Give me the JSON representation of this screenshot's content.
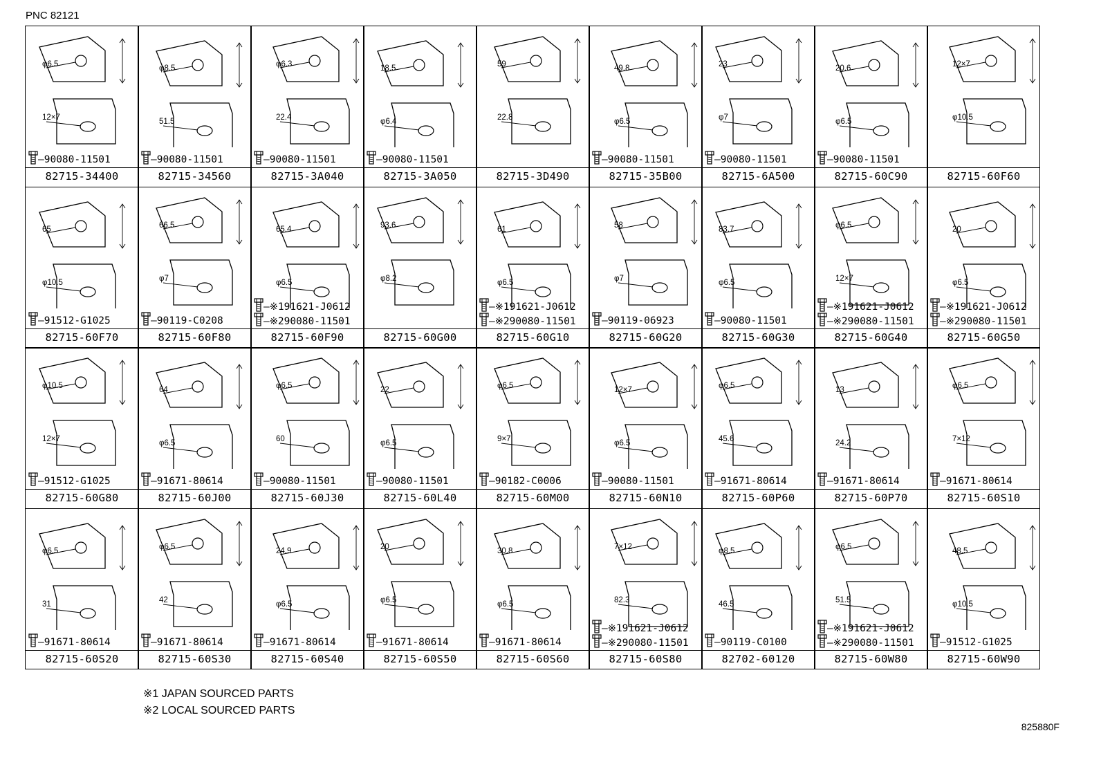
{
  "header": {
    "pnc": "PNC 82121"
  },
  "footer": {
    "notes": [
      "※1 JAPAN SOURCED PARTS",
      "※2 LOCAL SOURCED PARTS"
    ],
    "illustration_id": "825880F"
  },
  "rows": [
    [
      {
        "part": "82715-34400",
        "bolts": [
          "90080-11501"
        ],
        "dims": [
          "φ6.5",
          "12×7"
        ]
      },
      {
        "part": "82715-34560",
        "bolts": [
          "90080-11501"
        ],
        "dims": [
          "φ8.5",
          "51.5"
        ]
      },
      {
        "part": "82715-3A040",
        "bolts": [
          "90080-11501"
        ],
        "dims": [
          "φ6.3",
          "22.4"
        ]
      },
      {
        "part": "82715-3A050",
        "bolts": [
          "90080-11501"
        ],
        "dims": [
          "18.5",
          "φ6.4"
        ]
      },
      {
        "part": "82715-3D490",
        "bolts": [],
        "dims": [
          "59",
          "22.8"
        ]
      },
      {
        "part": "82715-35B00",
        "bolts": [
          "90080-11501"
        ],
        "dims": [
          "49.8",
          "φ6.5"
        ]
      },
      {
        "part": "82715-6A500",
        "bolts": [
          "90080-11501"
        ],
        "dims": [
          "23",
          "φ7"
        ]
      },
      {
        "part": "82715-60C90",
        "bolts": [
          "90080-11501"
        ],
        "dims": [
          "20.6",
          "φ6.5"
        ]
      },
      {
        "part": "82715-60F60",
        "bolts": [],
        "dims": [
          "12×7",
          "φ10.5"
        ]
      }
    ],
    [
      {
        "part": "82715-60F70",
        "bolts": [
          "91512-G1025"
        ],
        "dims": [
          "65",
          "φ10.5"
        ]
      },
      {
        "part": "82715-60F80",
        "bolts": [
          "90119-C0208"
        ],
        "dims": [
          "66.5",
          "φ7"
        ]
      },
      {
        "part": "82715-60F90",
        "bolts": [
          "※191621-J0612",
          "※290080-11501"
        ],
        "dims": [
          "65.4",
          "φ6.5"
        ]
      },
      {
        "part": "82715-60G00",
        "bolts": [],
        "dims": [
          "93.6",
          "φ8.2"
        ]
      },
      {
        "part": "82715-60G10",
        "bolts": [
          "※191621-J0612",
          "※290080-11501"
        ],
        "dims": [
          "61",
          "φ6.5"
        ]
      },
      {
        "part": "82715-60G20",
        "bolts": [
          "90119-06923"
        ],
        "dims": [
          "58",
          "φ7"
        ]
      },
      {
        "part": "82715-60G30",
        "bolts": [
          "90080-11501"
        ],
        "dims": [
          "83.7",
          "φ6.5"
        ]
      },
      {
        "part": "82715-60G40",
        "bolts": [
          "※191621-J0612",
          "※290080-11501"
        ],
        "dims": [
          "φ6.5",
          "12×7"
        ]
      },
      {
        "part": "82715-60G50",
        "bolts": [
          "※191621-J0612",
          "※290080-11501"
        ],
        "dims": [
          "20",
          "φ6.5"
        ]
      }
    ],
    [
      {
        "part": "82715-60G80",
        "bolts": [
          "91512-G1025"
        ],
        "dims": [
          "φ10.5",
          "12×7"
        ]
      },
      {
        "part": "82715-60J00",
        "bolts": [
          "91671-80614"
        ],
        "dims": [
          "64",
          "φ6.5"
        ]
      },
      {
        "part": "82715-60J30",
        "bolts": [
          "90080-11501"
        ],
        "dims": [
          "φ6.5",
          "60"
        ]
      },
      {
        "part": "82715-60L40",
        "bolts": [
          "90080-11501"
        ],
        "dims": [
          "22",
          "φ6.5"
        ]
      },
      {
        "part": "82715-60M00",
        "bolts": [
          "90182-C0006"
        ],
        "dims": [
          "φ6.5",
          "9×7"
        ]
      },
      {
        "part": "82715-60N10",
        "bolts": [
          "90080-11501"
        ],
        "dims": [
          "12×7",
          "φ6.5"
        ]
      },
      {
        "part": "82715-60P60",
        "bolts": [
          "91671-80614"
        ],
        "dims": [
          "φ6.5",
          "45.6"
        ]
      },
      {
        "part": "82715-60P70",
        "bolts": [
          "91671-80614"
        ],
        "dims": [
          "13",
          "24.2"
        ]
      },
      {
        "part": "82715-60S10",
        "bolts": [
          "91671-80614"
        ],
        "dims": [
          "φ6.5",
          "7×12"
        ]
      }
    ],
    [
      {
        "part": "82715-60S20",
        "bolts": [
          "91671-80614"
        ],
        "dims": [
          "φ6.5",
          "31"
        ]
      },
      {
        "part": "82715-60S30",
        "bolts": [
          "91671-80614"
        ],
        "dims": [
          "φ6.5",
          "42"
        ]
      },
      {
        "part": "82715-60S40",
        "bolts": [
          "91671-80614"
        ],
        "dims": [
          "24.9",
          "φ6.5"
        ]
      },
      {
        "part": "82715-60S50",
        "bolts": [
          "91671-80614"
        ],
        "dims": [
          "20",
          "φ6.5"
        ]
      },
      {
        "part": "82715-60S60",
        "bolts": [
          "91671-80614"
        ],
        "dims": [
          "30.8",
          "φ6.5"
        ]
      },
      {
        "part": "82715-60S80",
        "bolts": [
          "※191621-J0612",
          "※290080-11501"
        ],
        "dims": [
          "7×12",
          "82.3"
        ]
      },
      {
        "part": "82702-60120",
        "bolts": [
          "90119-C0100"
        ],
        "dims": [
          "φ8.5",
          "46.5"
        ]
      },
      {
        "part": "82715-60W80",
        "bolts": [
          "※191621-J0612",
          "※290080-11501"
        ],
        "dims": [
          "φ6.5",
          "51.5"
        ]
      },
      {
        "part": "82715-60W90",
        "bolts": [
          "91512-G1025"
        ],
        "dims": [
          "48.5",
          "φ10.5"
        ]
      }
    ]
  ]
}
